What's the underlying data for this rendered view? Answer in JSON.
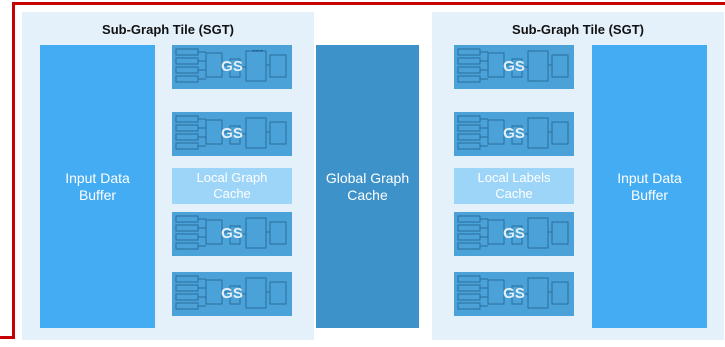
{
  "left_tile": {
    "title": "Sub-Graph Tile (SGT)",
    "buffer_label": "Input Data\nBuffer",
    "gs_labels": [
      "GS",
      "GS",
      "GS",
      "GS"
    ],
    "cache_label": "Local Graph\nCache"
  },
  "global_cache": {
    "label": "Global Graph\nCache"
  },
  "right_tile": {
    "title": "Sub-Graph Tile (SGT)",
    "buffer_label": "Input Data\nBuffer",
    "gs_labels": [
      "GS",
      "GS",
      "GS",
      "GS"
    ],
    "cache_label": "Local Labels\nCache"
  },
  "colors": {
    "tile_bg": "#e4f1fb",
    "buffer": "#43acf3",
    "gs_block": "#4aa2d9",
    "local_cache": "#9dd5f8",
    "global_cache": "#3d92c9",
    "border": "#c40000"
  }
}
